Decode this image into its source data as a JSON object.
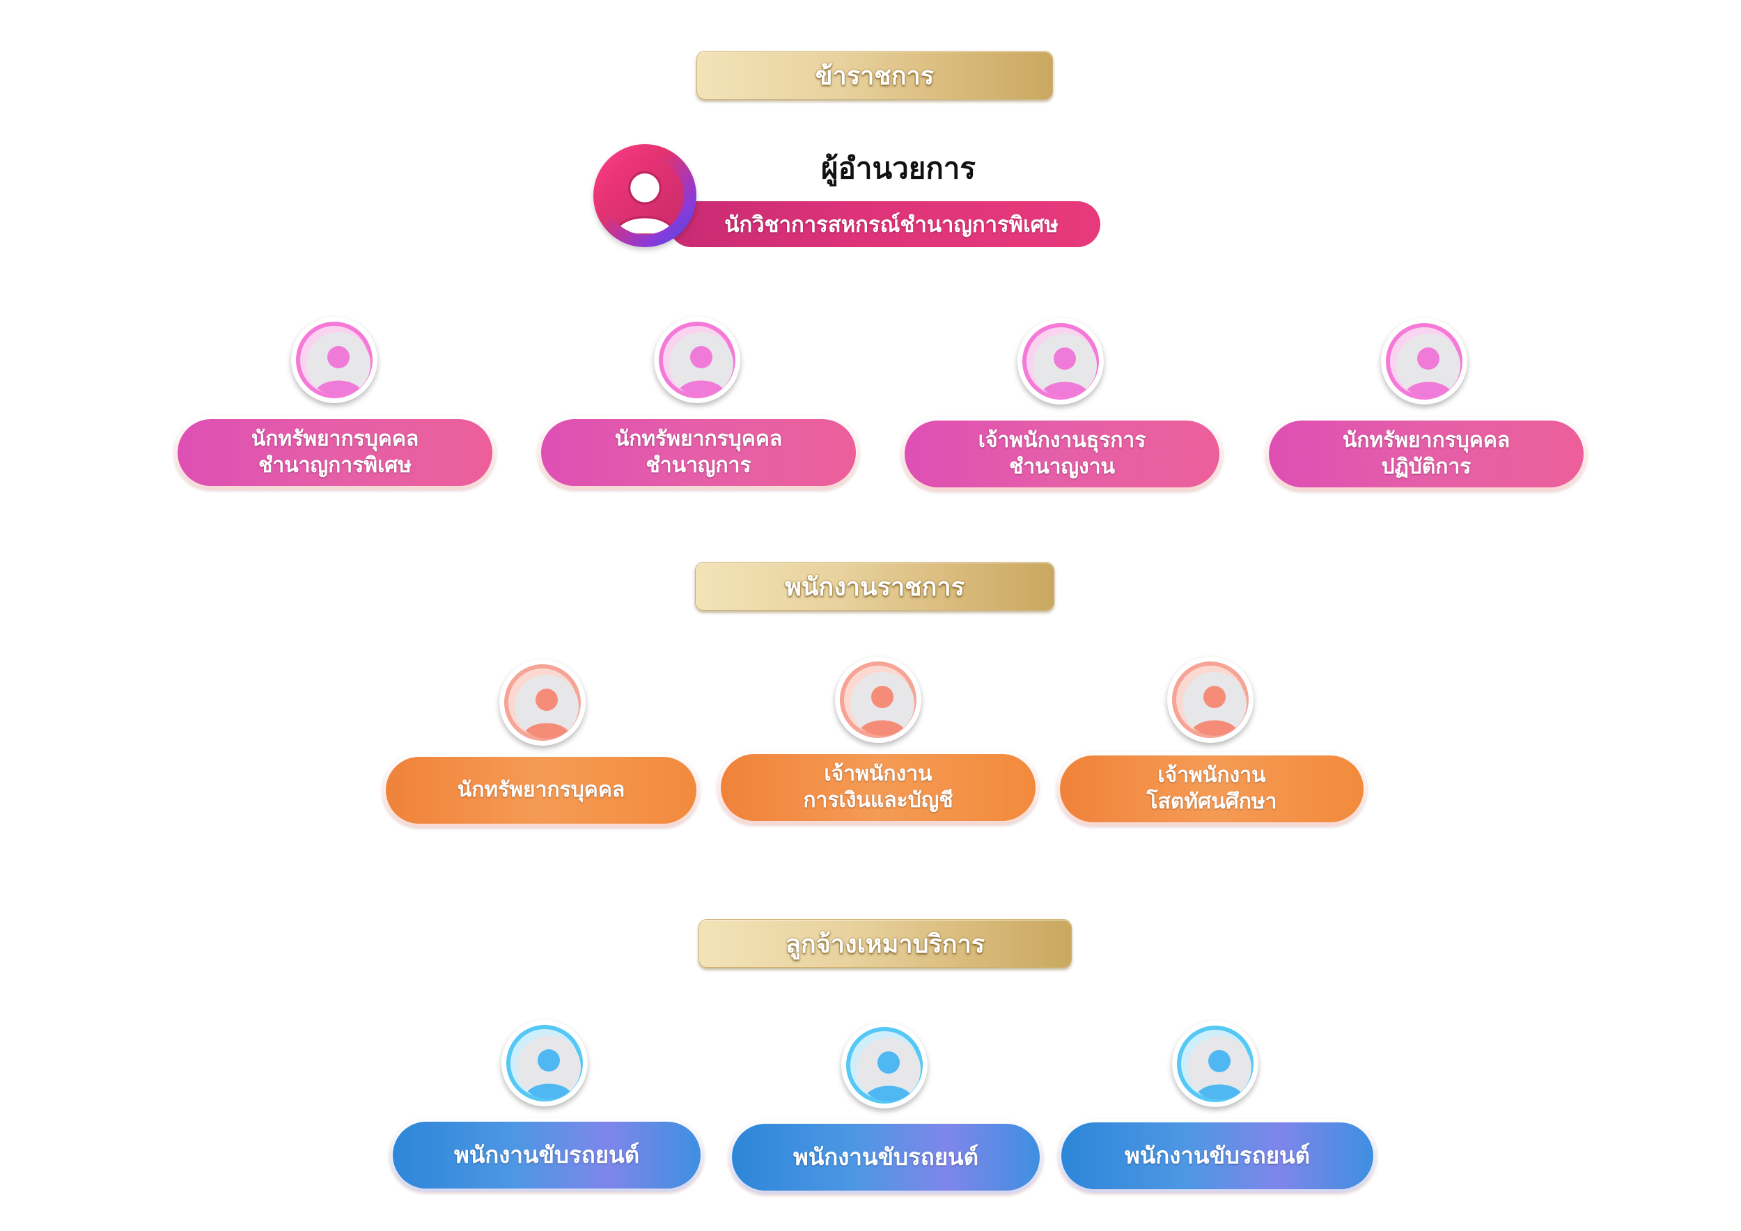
{
  "sections": {
    "civil_servants": "ข้าราชการ",
    "government_employees": "พนักงานราชการ",
    "service_contract": "ลูกจ้างเหมาบริการ"
  },
  "director": {
    "title": "ผู้อำนวยการ",
    "position": "นักวิชาการสหกรณ์ชำนาญการพิเศษ"
  },
  "civil_servant_positions": [
    {
      "line1": "นักทรัพยากรบุคคล",
      "line2": "ชำนาญการพิเศษ"
    },
    {
      "line1": "นักทรัพยากรบุคคล",
      "line2": "ชำนาญการ"
    },
    {
      "line1": "เจ้าพนักงานธุรการ",
      "line2": "ชำนาญงาน"
    },
    {
      "line1": "นักทรัพยากรบุคคล",
      "line2": "ปฏิบัติการ"
    }
  ],
  "government_employee_positions": [
    {
      "line1": "นักทรัพยากรบุคคล",
      "line2": ""
    },
    {
      "line1": "เจ้าพนักงาน",
      "line2": "การเงินและบัญชี"
    },
    {
      "line1": "เจ้าพนักงาน",
      "line2": "โสตทัศนศึกษา"
    }
  ],
  "service_contract_positions": [
    {
      "line1": "พนักงานขับรถยนต์"
    },
    {
      "line1": "พนักงานขับรถยนต์"
    },
    {
      "line1": "พนักงานขับรถยนต์"
    }
  ],
  "colors": {
    "gold": "#d8b979",
    "magenta": "#e0347a",
    "pink": "#f57ad8",
    "salmon": "#f6a496",
    "orange": "#f0823a",
    "sky": "#55c8f5",
    "blue": "#2d86d8"
  },
  "icons": {
    "person": "person-icon"
  }
}
